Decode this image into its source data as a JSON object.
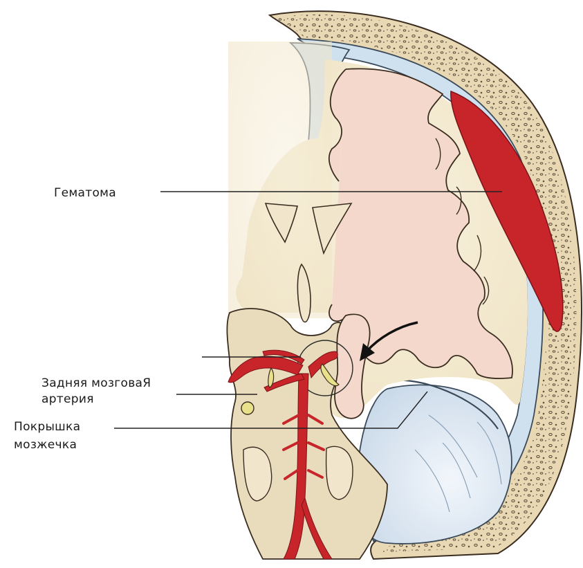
{
  "labels": {
    "hematoma": "Гематома",
    "artery_line1": "Задняя мозговаЯ",
    "artery_line2": "артерия",
    "tentorium_line1": "Покрышка",
    "tentorium_line2": "мозжечка"
  },
  "colors": {
    "skull": "#e8d8b4",
    "skull_dots": "#4a3a2a",
    "dura": "#b8d4e6",
    "cortex": "#f4d8cc",
    "brain": "#f5ecd6",
    "hematoma": "#c8252a",
    "artery": "#c8252a",
    "nerve": "#e8e08a",
    "cerebellum_space": "#dde8f2",
    "leader_line": "#222222"
  }
}
